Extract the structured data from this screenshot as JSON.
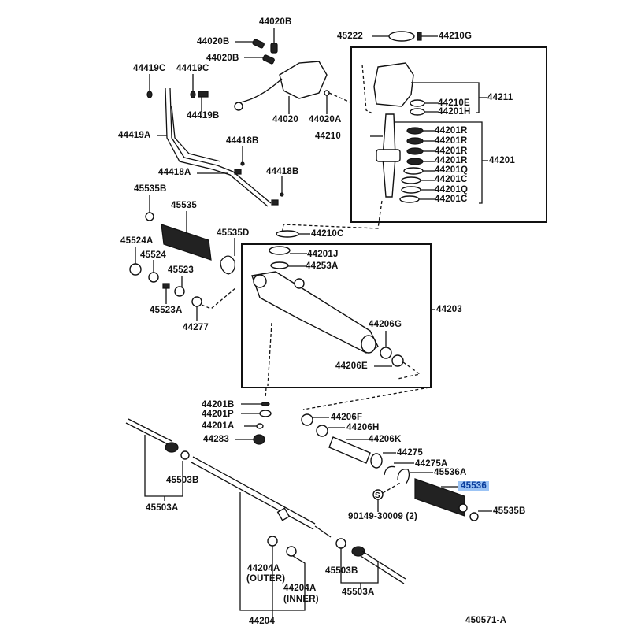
{
  "diagram": {
    "title": "Steering gear exploded view",
    "figure_code": "450571-A",
    "highlight_color": "#9cc4f5",
    "highlighted_part": "45536",
    "labels": {
      "p44020B_1": "44020B",
      "p44020B_2": "44020B",
      "p44020B_3": "44020B",
      "p45222": "45222",
      "p44210G": "44210G",
      "p44419C_1": "44419C",
      "p44419C_2": "44419C",
      "p44419B": "44419B",
      "p44020": "44020",
      "p44020A": "44020A",
      "p44210E": "44210E",
      "p44201H": "44201H",
      "p44211": "44211",
      "p44419A": "44419A",
      "p44418B_1": "44418B",
      "p44418A": "44418A",
      "p44418B_2": "44418B",
      "p44210": "44210",
      "p44201R_1": "44201R",
      "p44201R_2": "44201R",
      "p44201R_3": "44201R",
      "p44201R_4": "44201R",
      "p44201Q_1": "44201Q",
      "p44201C_1": "44201C",
      "p44201Q_2": "44201Q",
      "p44201C_2": "44201C",
      "p44201": "44201",
      "p45535B_1": "45535B",
      "p45535": "45535",
      "p45535D": "45535D",
      "p44210C": "44210C",
      "p45524A": "45524A",
      "p45524": "45524",
      "p45523": "45523",
      "p45523A": "45523A",
      "p44277": "44277",
      "p44201J": "44201J",
      "p44253A": "44253A",
      "p44203": "44203",
      "p44206G": "44206G",
      "p44206E": "44206E",
      "p44201B": "44201B",
      "p44201P": "44201P",
      "p44201A": "44201A",
      "p44283": "44283",
      "p44206F": "44206F",
      "p44206H": "44206H",
      "p44206K": "44206K",
      "p44275": "44275",
      "p44275A": "44275A",
      "p45536A": "45536A",
      "p45536": "45536",
      "p90149": "90149-30009 (2)",
      "p45535B_2": "45535B",
      "p45503B_1": "45503B",
      "p45503A_1": "45503A",
      "p44204A_outer": "44204A",
      "p44204A_outer_note": "(OUTER)",
      "p44204A_inner": "44204A",
      "p44204A_inner_note": "(INNER)",
      "p44204": "44204",
      "p45503B_2": "45503B",
      "p45503A_2": "45503A",
      "screw_symbol": "S"
    }
  }
}
